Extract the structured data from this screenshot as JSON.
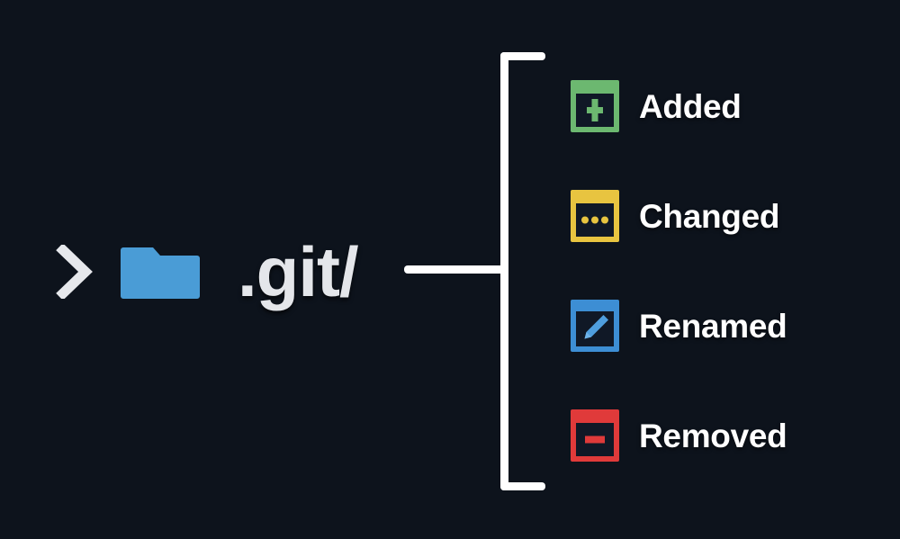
{
  "theme": {
    "background": "#0d131c",
    "connector_color": "#ffffff",
    "text_color": "#e4e6ea",
    "label_color": "#ffffff",
    "icon_interior": "#101826"
  },
  "path": {
    "prompt": ">",
    "prompt_icon": "chevron-right-icon",
    "folder_icon": "folder-icon",
    "folder_color": "#4a9cd6",
    "name": ".git/"
  },
  "bracket": {
    "icon": "curly-bracket",
    "color": "#ffffff"
  },
  "legend": {
    "items": [
      {
        "label": "Added",
        "icon": "plus-square-icon",
        "color": "#6cb870",
        "glyph": "+"
      },
      {
        "label": "Changed",
        "icon": "dots-square-icon",
        "color": "#e8c440",
        "glyph": "..."
      },
      {
        "label": "Renamed",
        "icon": "pencil-square-icon",
        "color": "#3d8ed4",
        "glyph": "pencil"
      },
      {
        "label": "Removed",
        "icon": "minus-square-icon",
        "color": "#e03a3a",
        "glyph": "-"
      }
    ]
  }
}
